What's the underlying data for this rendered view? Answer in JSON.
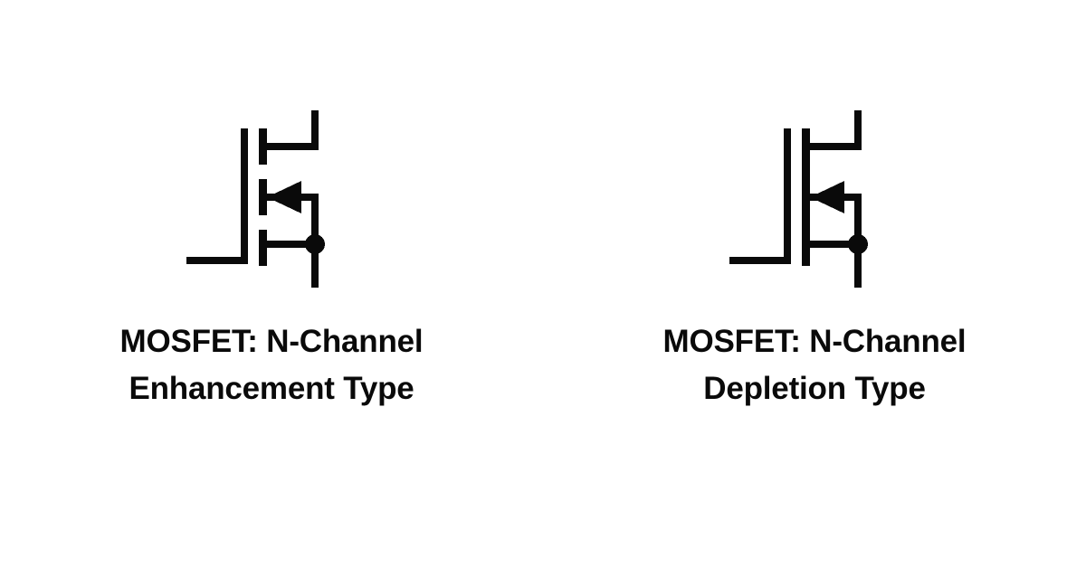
{
  "figure": {
    "background_color": "#ffffff",
    "stroke_color": "#0a0a0a",
    "text_color": "#0a0a0a",
    "type": "electronic-schematic-symbol-comparison",
    "symbol_count": 2
  },
  "panels": [
    {
      "id": "enhancement",
      "caption_line1": "MOSFET: N-Channel",
      "caption_line2": "Enhancement Type",
      "symbol": {
        "name": "n-channel-enhancement-mosfet",
        "channel_style": "broken",
        "channel_segments": 3,
        "arrow_direction": "left",
        "arrow_meaning": "n-channel",
        "has_source-body-junction-dot": true,
        "terminals": [
          "gate",
          "drain",
          "source",
          "body"
        ]
      }
    },
    {
      "id": "depletion",
      "caption_line1": "MOSFET: N-Channel",
      "caption_line2": "Depletion Type",
      "symbol": {
        "name": "n-channel-depletion-mosfet",
        "channel_style": "solid",
        "channel_segments": 1,
        "arrow_direction": "left",
        "arrow_meaning": "n-channel",
        "has_source-body-junction-dot": true,
        "terminals": [
          "gate",
          "drain",
          "source",
          "body"
        ]
      }
    }
  ]
}
